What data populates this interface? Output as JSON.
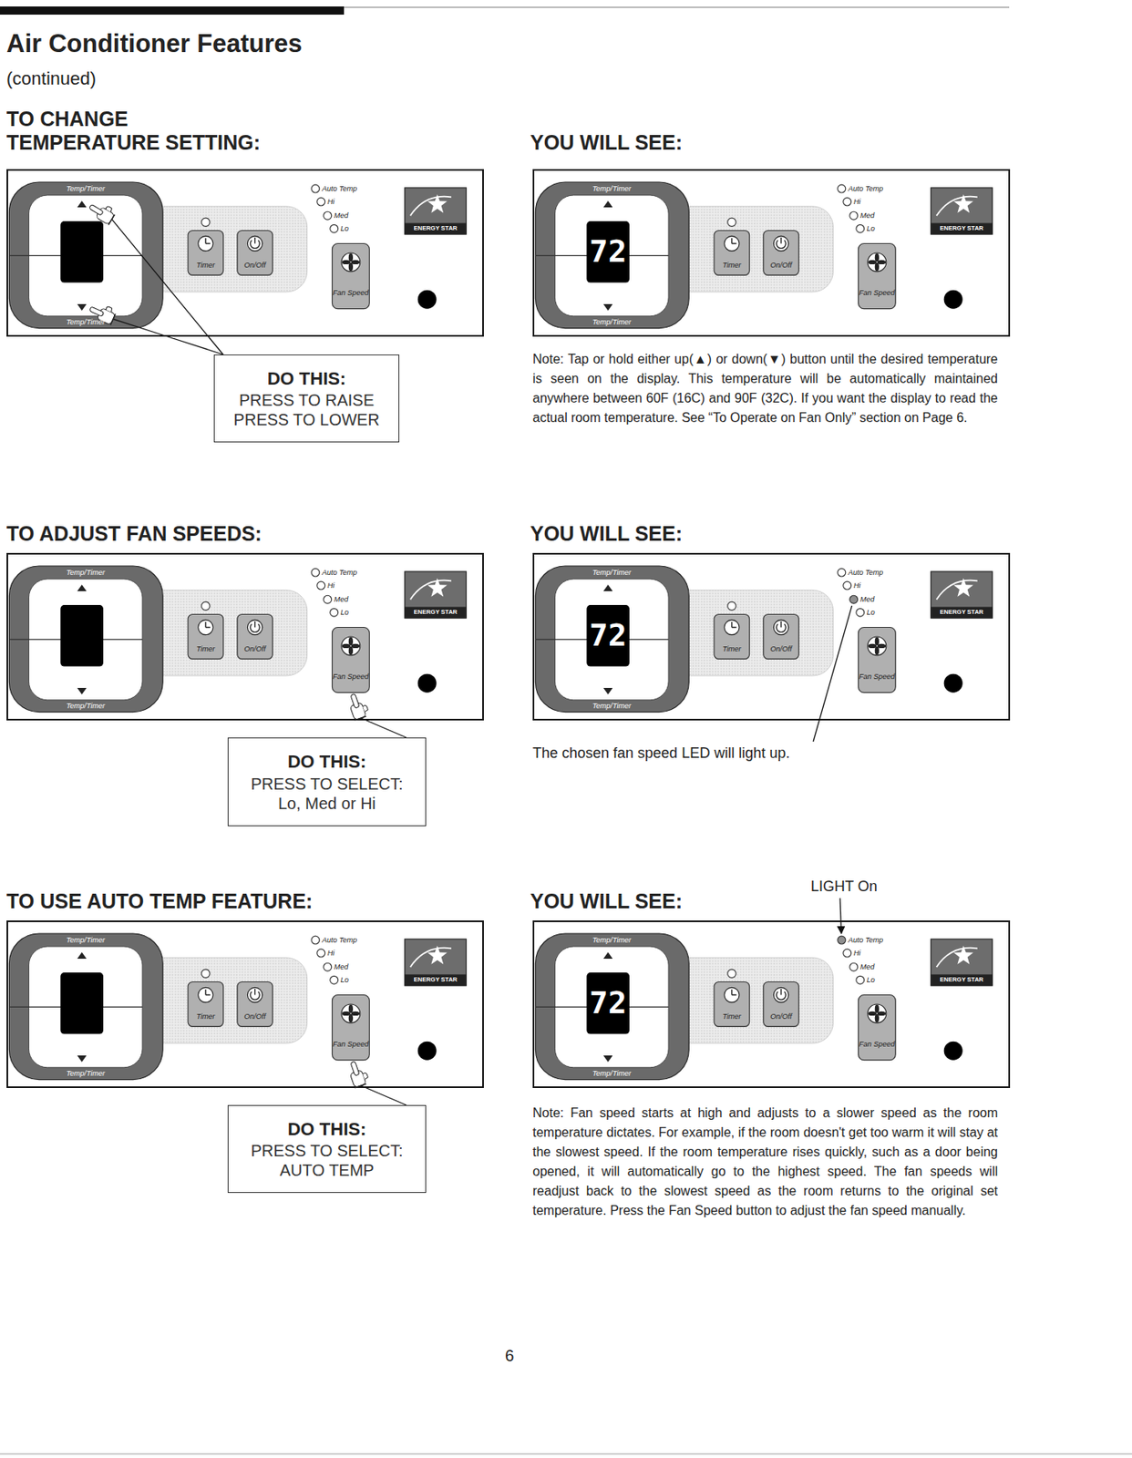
{
  "diagram": {
    "title": "Air Conditioner Features",
    "nodes": [
      {
        "text": [
          "Temp/Timer",
          "Temp/Timer",
          "Auto Temp",
          "Hi",
          "Med",
          "Lo",
          "Timer",
          "On/Off",
          "Fan Speed",
          "ENERGY STAR"
        ]
      },
      {
        "text": [
          "Temp/Timer",
          "Temp/Timer",
          "Auto Temp",
          "Hi",
          "Med",
          "Lo",
          "Timer",
          "On/Off",
          "Fan Speed",
          "ENERGY STAR",
          "72"
        ]
      },
      {
        "text": [
          "DO THIS:",
          "PRESS TO RAISE",
          "PRESS TO LOWER"
        ]
      },
      {
        "text": [
          "Temp/Timer",
          "Temp/Timer",
          "Auto Temp",
          "Hi",
          "Med",
          "Lo",
          "Timer",
          "On/Off",
          "Fan Speed",
          "ENERGY STAR"
        ]
      },
      {
        "text": [
          "Temp/Timer",
          "Temp/Timer",
          "Auto Temp",
          "Hi",
          "Med",
          "Lo",
          "Timer",
          "On/Off",
          "Fan Speed",
          "ENERGY STAR",
          "72"
        ]
      },
      {
        "text": [
          "DO THIS:",
          "PRESS TO SELECT: Lo, Med or Hi"
        ]
      },
      {
        "text": [
          "Temp/Timer",
          "Temp/Timer",
          "Auto Temp",
          "Hi",
          "Med",
          "Lo",
          "Timer",
          "On/Off",
          "Fan Speed",
          "ENERGY STAR"
        ]
      },
      {
        "text": [
          "Temp/Timer",
          "Temp/Timer",
          "Auto Temp",
          "Hi",
          "Med",
          "Lo",
          "Timer",
          "On/Off",
          "Fan Speed",
          "ENERGY STAR",
          "72"
        ]
      },
      {
        "text": [
          "DO THIS:",
          "PRESS TO SELECT: AUTO TEMP"
        ]
      }
    ],
    "edges": [
      {
        "from": 2,
        "to": 0,
        "arrow": "none"
      },
      {
        "from": 2,
        "to": 0,
        "arrow": "none"
      },
      {
        "from": 5,
        "to": 3,
        "arrow": "none"
      },
      {
        "from": 8,
        "to": 6,
        "arrow": "none"
      }
    ],
    "labels": [
      "(continued)",
      "TO CHANGE TEMPERATURE SETTING:",
      "YOU WILL SEE:",
      "Note: Tap or hold either up(▲) or down(▼) button until the desired temperature is seen on the display. This temperature will be automatically maintained anywhere between 60F (16C) and 90F (32C). If you want the display to read the actual room temperature. See “To Operate on Fan Only” section on Page 6.",
      "TO ADJUST FAN SPEEDS:",
      "YOU WILL SEE:",
      "The chosen fan speed LED will light up.",
      "TO USE AUTO TEMP FEATURE:",
      "YOU WILL SEE:",
      "LIGHT On",
      "Note: Fan speed starts at high and adjusts to a slower speed as the room temperature dictates. For example, if the room doesn't get too warm it will stay at the slowest speed. If the room temperature rises quickly, such as a door being opened, it will automatically go to the highest speed. The fan speeds will readjust back to the slowest speed as the room returns to the original set temperature. Press the Fan Speed button to adjust the fan speed manually.",
      "6"
    ]
  }
}
